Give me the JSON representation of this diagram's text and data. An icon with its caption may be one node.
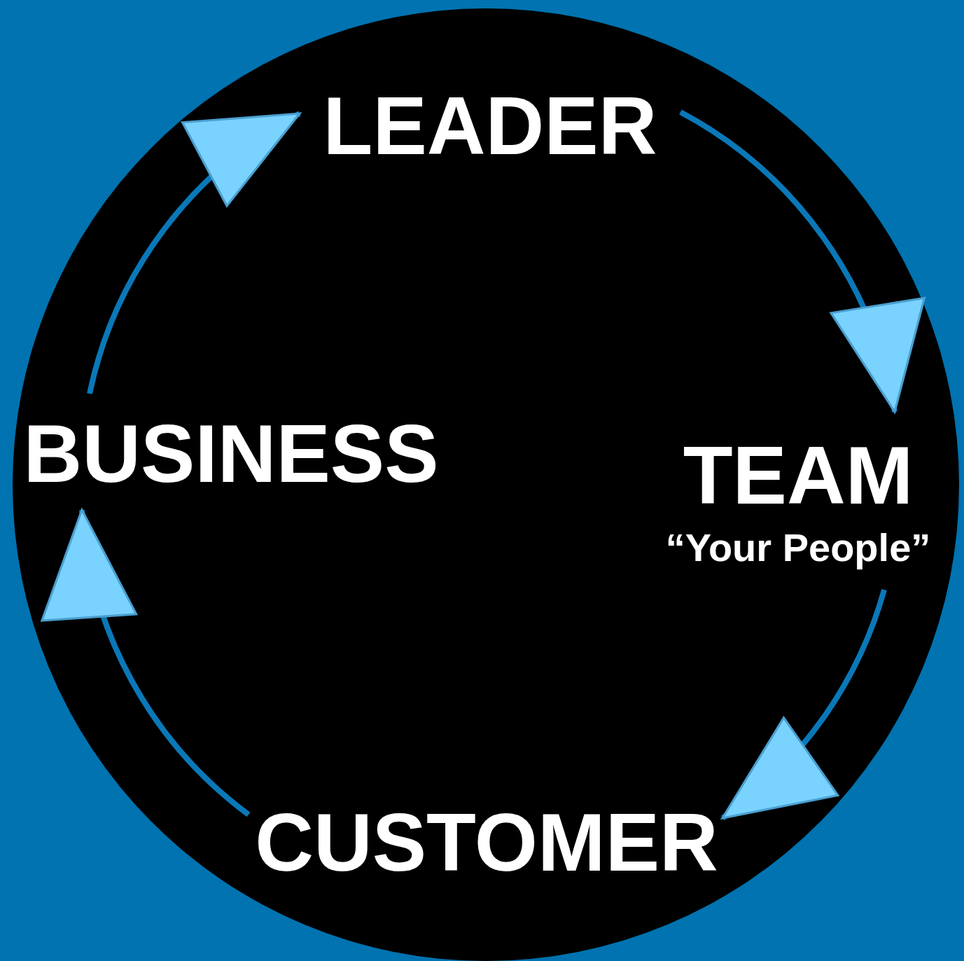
{
  "diagram": {
    "nodes": [
      {
        "text": [
          "LEADER"
        ]
      },
      {
        "text": [
          "TEAM",
          "“Your People”"
        ]
      },
      {
        "text": [
          "CUSTOMER"
        ]
      },
      {
        "text": [
          "BUSINESS"
        ]
      }
    ],
    "edges": [
      {
        "from": 0,
        "to": 1,
        "arrow": "to"
      },
      {
        "from": 1,
        "to": 2,
        "arrow": "to"
      },
      {
        "from": 2,
        "to": 3,
        "arrow": "to"
      },
      {
        "from": 3,
        "to": 0,
        "arrow": "to"
      }
    ]
  }
}
